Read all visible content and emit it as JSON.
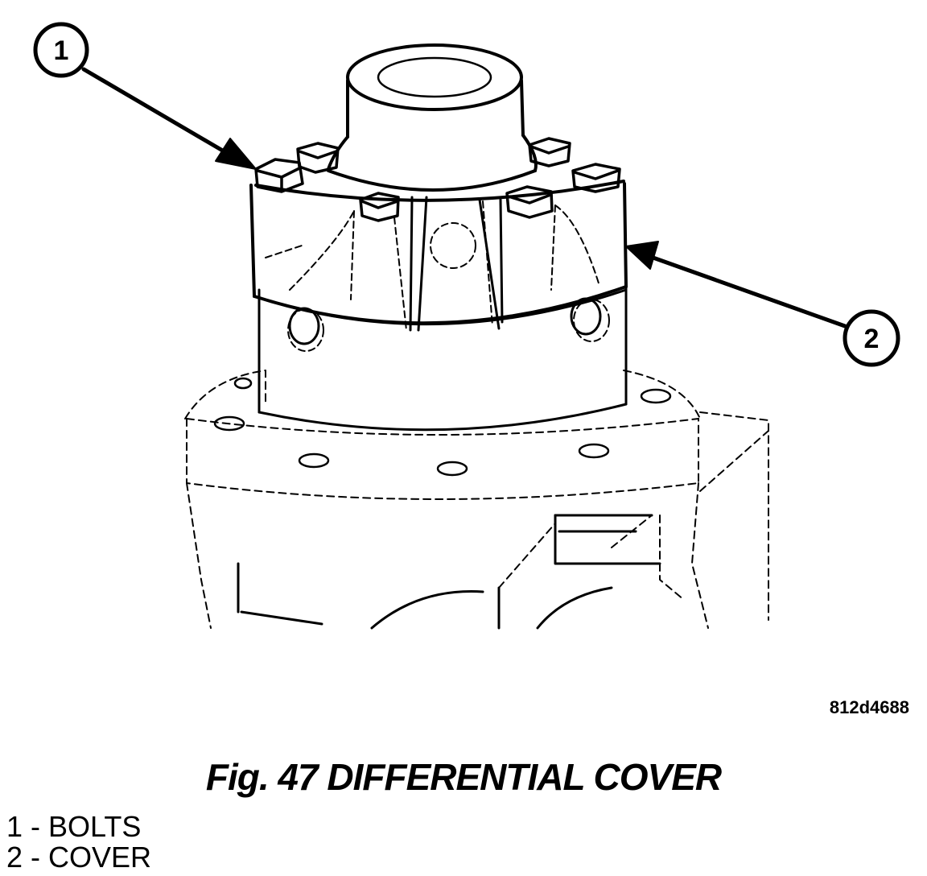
{
  "callouts": [
    "1",
    "2"
  ],
  "figure_code": "812d4688",
  "caption": "Fig. 47 DIFFERENTIAL COVER",
  "legend": [
    {
      "text": "1 - BOLTS"
    },
    {
      "text": "2 - COVER"
    }
  ]
}
